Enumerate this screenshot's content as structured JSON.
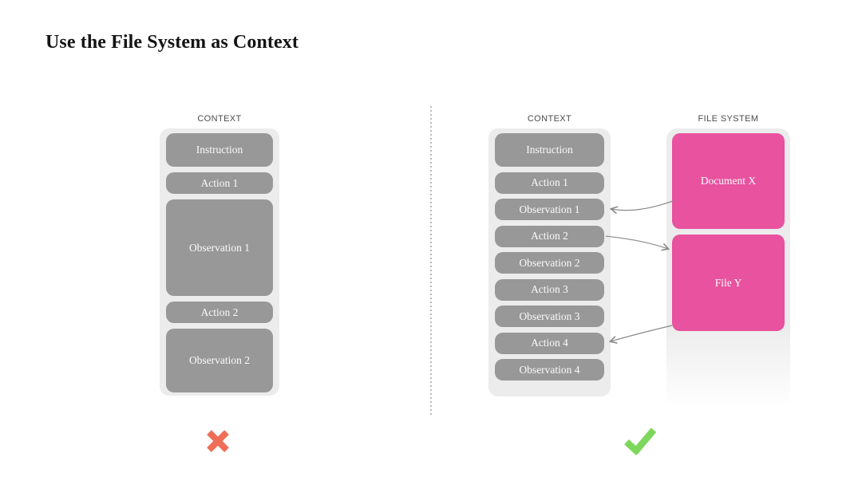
{
  "title": "Use the File System as Context",
  "left_diagram": {
    "column_label": "CONTEXT",
    "boxes": [
      {
        "label": "Instruction",
        "size": "large"
      },
      {
        "label": "Action 1",
        "size": "small"
      },
      {
        "label": "Observation 1",
        "size": "xlarge"
      },
      {
        "label": "Action 2",
        "size": "small"
      },
      {
        "label": "Observation 2",
        "size": "medium"
      }
    ],
    "verdict_icon": "cross-icon"
  },
  "right_diagram": {
    "context_column": {
      "column_label": "CONTEXT",
      "boxes": [
        "Instruction",
        "Action 1",
        "Observation 1",
        "Action 2",
        "Observation 2",
        "Action 3",
        "Observation 3",
        "Action 4",
        "Observation 4"
      ]
    },
    "file_system_column": {
      "column_label": "FILE SYSTEM",
      "boxes": [
        "Document X",
        "File Y"
      ]
    },
    "arrows": [
      {
        "from": "Document X",
        "to": "Observation 1"
      },
      {
        "from": "Action 2",
        "to": "File Y"
      },
      {
        "from": "File Y",
        "to": "Action 4"
      }
    ],
    "verdict_icon": "check-icon"
  },
  "colors": {
    "box_gray": "#989898",
    "panel_gray": "#ececec",
    "pink": "#e8529e",
    "cross_red": "#ee6e57",
    "check_green": "#7cd75a",
    "arrow_gray": "#8a8a8a",
    "label_gray": "#4c4c4c"
  }
}
